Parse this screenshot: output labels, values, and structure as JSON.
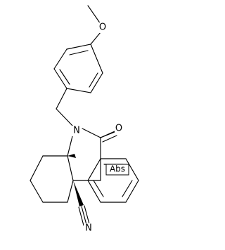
{
  "molecule": {
    "atoms": {
      "methoxy_oxygen": "O",
      "nitrogen": "N",
      "carbonyl_oxygen": "O",
      "nitrile_nitrogen": "N"
    },
    "stereo_flag": "Abs",
    "stereocenters": 2
  }
}
